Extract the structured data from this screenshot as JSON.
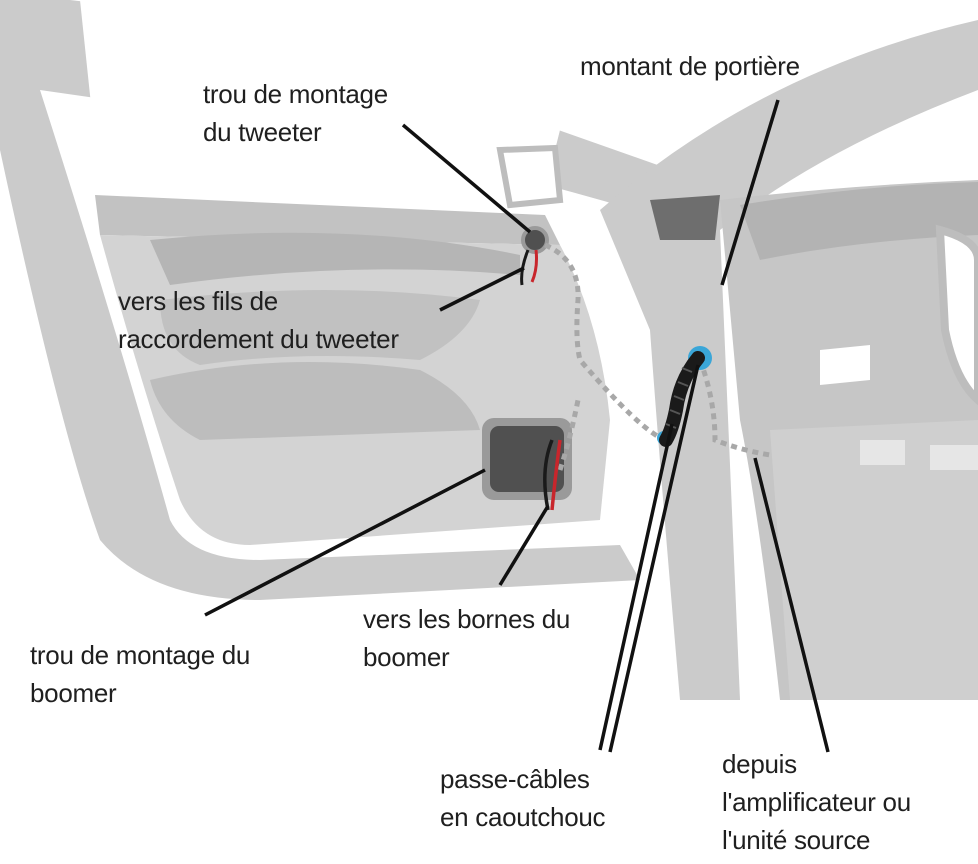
{
  "diagram": {
    "labels": {
      "tweeter_hole": [
        "trou de montage",
        "du tweeter"
      ],
      "tweeter_wires": [
        "vers les fils de",
        "raccordement du tweeter"
      ],
      "door_pillar": [
        "montant de portière"
      ],
      "woofer_terminals": [
        "vers les bornes du",
        "boomer"
      ],
      "woofer_hole": [
        "trou de montage du",
        "boomer"
      ],
      "grommet": [
        "passe-câbles",
        "en caoutchouc"
      ],
      "from_amp": [
        "depuis",
        "l'amplificateur ou",
        "l'unité source"
      ]
    },
    "colors": {
      "panel_light": "#cbcbcb",
      "panel_mid": "#b7b7b7",
      "panel_dark": "#9a9a9a",
      "hole_dark": "#505050",
      "grommet_blue": "#3aa6d8",
      "wire_red": "#c8262c",
      "wire_black": "#1a1a1a",
      "dotted_path": "#a8a8a8",
      "leader_line": "#111111"
    }
  }
}
